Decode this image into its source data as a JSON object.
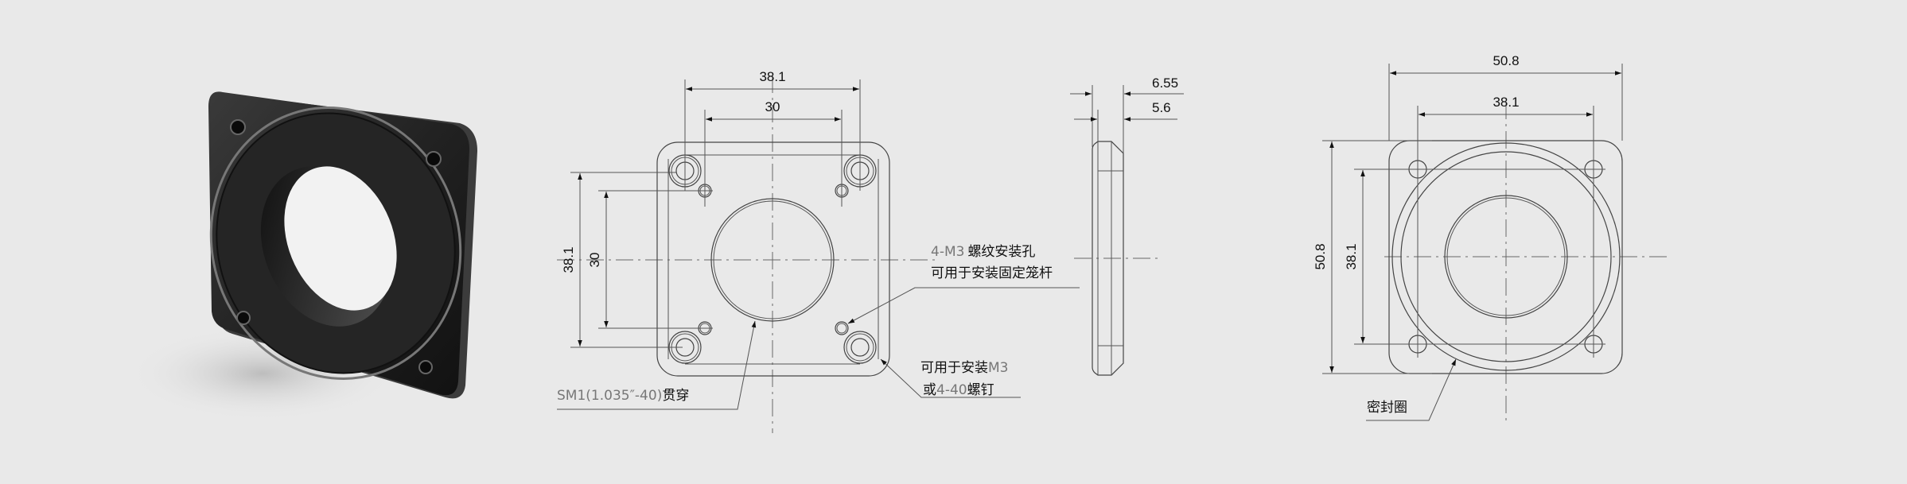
{
  "front_view": {
    "dim_top_outer": "38.1",
    "dim_top_inner": "30",
    "dim_left_outer": "38.1",
    "dim_left_inner": "30",
    "note_tapped_prefix": "4-M3",
    "note_tapped_suffix": "螺纹安装孔",
    "note_tapped_line2": "可用于安装固定笼杆",
    "note_screw_line1_prefix": "可用于安装",
    "note_screw_line1_suffix": "M3",
    "note_screw_line2_prefix": "或",
    "note_screw_line2_mid": "4-40",
    "note_screw_line2_suffix": "螺钉",
    "note_thread_prefix": "SM1(1.035″-40)",
    "note_thread_suffix": "贯穿"
  },
  "side_view": {
    "dim_total": "6.55",
    "dim_body": "5.6"
  },
  "back_view": {
    "dim_top_outer": "50.8",
    "dim_top_inner": "38.1",
    "dim_left_outer": "50.8",
    "dim_left_inner": "38.1",
    "note_seal": "密封圈"
  },
  "colors": {
    "background": "#e9e9e9",
    "line": "#444444",
    "part": "#1c1c1c"
  }
}
